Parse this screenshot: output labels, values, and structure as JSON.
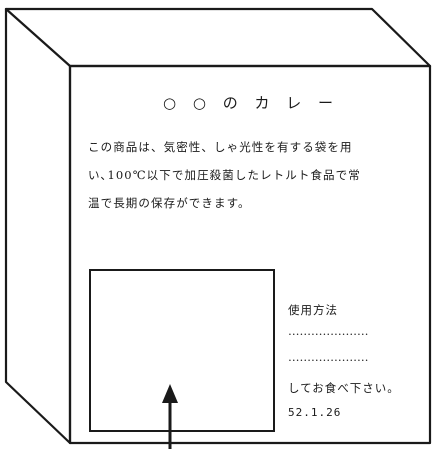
{
  "product": {
    "title": "○ ○ の カ レ ー"
  },
  "description": {
    "lines": [
      "この商品は、気密性、しゃ光性を有する袋を用",
      "い､100℃以下で加圧殺菌したレトルト食品で常",
      "温で長期の保存ができます。"
    ]
  },
  "usage": {
    "heading": "使用方法",
    "dots_1": "…………………",
    "dots_2": "…………………",
    "end_text": "してお食べ下さい。",
    "date": "52.1.26"
  }
}
